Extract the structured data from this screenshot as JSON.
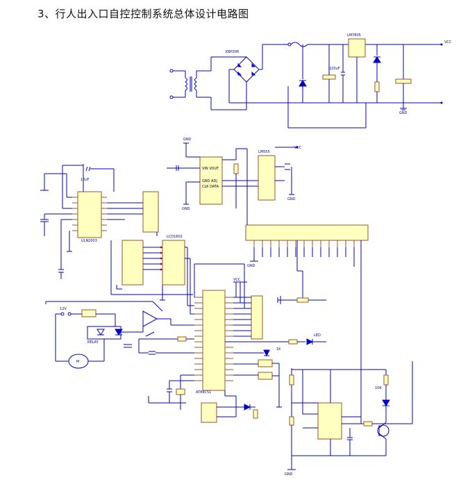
{
  "title": "3、行人出入口自控控制系统总体设计电路图",
  "labels": {
    "rectifier": "KBP206",
    "regulator": "LM7805",
    "crystal_ic": "LM555",
    "mcu": "AT89C51",
    "driver": "ULN2003",
    "display": "LCD1602",
    "relay": "RELAY",
    "motor": "M",
    "gnd": "GND",
    "vcc": "VCC",
    "v12": "12V",
    "r1k": "1K",
    "r10k": "10K",
    "cap": "10uF",
    "cap2": "220uF",
    "led": "LED"
  },
  "colors": {
    "wire": "#0000c8",
    "component_outline": "#a0522d",
    "component_fill": "#ffffc0",
    "pin_dot": "#cc0000"
  }
}
